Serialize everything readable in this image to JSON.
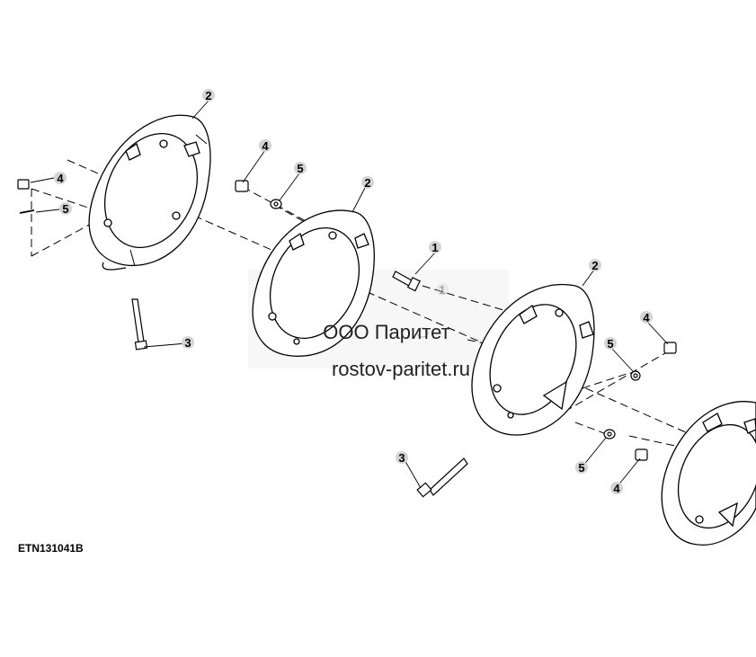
{
  "figure_id": "ETN131041B",
  "watermark": {
    "line1": "ООО Паритет",
    "line2": "rostov-paritet.ru"
  },
  "callouts": {
    "ring1": "2",
    "ring2": "2",
    "ring3": "2",
    "nut_left": "4",
    "washer_left": "5",
    "nut_mid": "4",
    "washer_mid": "5",
    "bolt_short": "1",
    "bolt_short_ghost": "1",
    "bolt_long_left": "3",
    "bolt_long_right": "3",
    "nut_right_top": "4",
    "washer_right_top": "5",
    "washer_right_bottom": "5",
    "nut_right_bottom": "4"
  },
  "colors": {
    "line": "#000000",
    "callout_fill": "#d4d4d4",
    "watermark_box": "#ececec"
  }
}
